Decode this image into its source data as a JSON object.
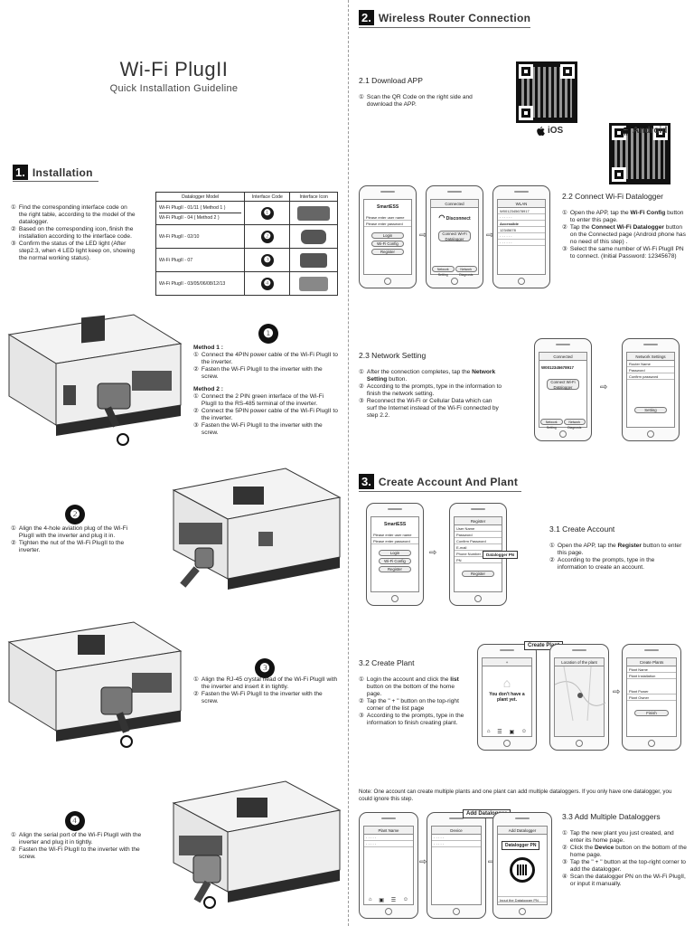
{
  "header": {
    "title": "Wi-Fi PlugII",
    "subtitle": "Quick Installation Guideline"
  },
  "installation": {
    "num": "1.",
    "title": "Installation",
    "steps": [
      {
        "n": "①",
        "text": "Find the corresponding interface code on the right table, according to the model of the datalogger."
      },
      {
        "n": "②",
        "text": "Based on the corresponding icon, finish the installation according to the interface code."
      },
      {
        "n": "③",
        "text": "Confirm the status of the LED light (After step2.3,  when 4 LED light keep on, showing the normal working status)."
      }
    ],
    "table": {
      "headers": [
        "Datalogger Model",
        "Interface Code",
        "Interface Icon"
      ],
      "rows": [
        {
          "model": "Wi-Fi PlugII - 01/11 ( Method 1 )",
          "model2": "Wi-Fi PlugII - 04 ( Method 2 )",
          "code": "❶"
        },
        {
          "model": "Wi-Fi PlugII - 02/10",
          "code": "❷"
        },
        {
          "model": "Wi-Fi PlugII - 07",
          "code": "❸"
        },
        {
          "model": "Wi-Fi PlugII - 03/05/06/08/12/13",
          "code": "❹"
        }
      ]
    },
    "method_block": {
      "badge": "❶",
      "m1_title": "Method 1 :",
      "m1_steps": [
        {
          "n": "①",
          "text": "Connect the 4PIN power cable of the Wi-Fi PlugII to the inverter."
        },
        {
          "n": "②",
          "text": "Fasten the Wi-Fi PlugII to the inverter with the screw."
        }
      ],
      "m2_title": "Method 2 :",
      "m2_steps": [
        {
          "n": "①",
          "text": "Connect the 2 PIN green interface of the Wi-Fi PlugII to the RS-485 terminal of the inverter."
        },
        {
          "n": "②",
          "text": "Connect the 5PIN power cable of the Wi-Fi PlugII to the inverter."
        },
        {
          "n": "③",
          "text": "Fasten the Wi-Fi PlugII to the inverter with the screw."
        }
      ]
    },
    "block2": {
      "badge": "❷",
      "steps": [
        {
          "n": "①",
          "text": "Align the 4-hole aviation plug of the Wi-Fi PlugII with the inverter and plug it in."
        },
        {
          "n": "②",
          "text": "Tighten the nut of the Wi-Fi PlugII to the inverter."
        }
      ]
    },
    "block3": {
      "badge": "❸",
      "steps": [
        {
          "n": "①",
          "text": "Align the RJ-45 crystal head of the Wi-Fi PlugII with the inverter and insert it in tightly."
        },
        {
          "n": "②",
          "text": "Fasten the Wi-Fi PlugII to the inverter with the screw."
        }
      ]
    },
    "block4": {
      "badge": "❹",
      "steps": [
        {
          "n": "①",
          "text": "Align the serial port of the Wi-Fi PlugII with the inverter and plug it in tightly."
        },
        {
          "n": "②",
          "text": "Fasten the Wi-Fi PlugII to the inverter with the screw."
        }
      ]
    }
  },
  "router": {
    "num": "2.",
    "title": "Wireless Router Connection",
    "download": {
      "title": "2.1 Download APP",
      "step": {
        "n": "①",
        "text": "Scan the QR Code on the right side and download the APP."
      }
    },
    "qr_ios": "iOS",
    "qr_android": "Android",
    "connect": {
      "title": "2.2 Connect Wi-Fi Datalogger",
      "steps": [
        {
          "n": "①",
          "pre": "Open the APP, tap the ",
          "bold": "Wi-Fi Config",
          "post": " button to enter this page."
        },
        {
          "n": "②",
          "pre": "Tap the ",
          "bold": "Connect Wi-Fi Datalogger",
          "post": " button on the Connected page (Android phone has no need of this step) ."
        },
        {
          "n": "③",
          "pre": "Select the same number of Wi-Fi PlugII PN to connect. (Initial Password: 12345678)",
          "bold": "",
          "post": ""
        }
      ]
    },
    "network": {
      "title": "2.3 Network Setting",
      "steps": [
        {
          "n": "①",
          "pre": "After the connection completes, tap the ",
          "bold": "Network Setting",
          "post": " button."
        },
        {
          "n": "②",
          "pre": "According to the prompts, type in the information to finish the network setting.",
          "bold": "",
          "post": ""
        },
        {
          "n": "③",
          "pre": "Reconnect the Wi-Fi or Cellular Data which can surf the Internet instead of the Wi-Fi connected by step 2.2.",
          "bold": "",
          "post": ""
        }
      ]
    },
    "phones": {
      "app_name": "SmartESS",
      "login": "Login",
      "wifi_config": "Wi-Fi Config",
      "register": "Register",
      "user_ph": "Please enter user name",
      "pwd_ph": "Please enter password",
      "connected": "Connected",
      "disconnect": "Disconnect",
      "connect_dl": "Connect Wi-Fi Datalogger",
      "net_setting_btn": "Network Setting",
      "net_diag": "Network Diagnosis",
      "wlan": "WLAN",
      "accessible": "Accessible",
      "pn_sample": "12345678",
      "ssid": "W0012345678917",
      "net_settings_title": "Network Settings",
      "router_name": "Router Name",
      "password": "Password",
      "confirm_pwd": "Confirm password",
      "setting": "Setting"
    }
  },
  "account": {
    "num": "3.",
    "title": "Create Account And Plant",
    "create": {
      "title": "3.1 Create Account",
      "steps": [
        {
          "n": "①",
          "pre": "Open the APP, tap the ",
          "bold": "Register",
          "post": " button to enter this page."
        },
        {
          "n": "②",
          "pre": "According to the prompts, type in the information to create an account.",
          "bold": "",
          "post": ""
        }
      ]
    },
    "reg_fields": [
      "User Name",
      "Password",
      "Confirm Password",
      "E-mail",
      "Phone Number",
      "PN"
    ],
    "reg_title": "Register",
    "datalogger_pn": "Datalogger PN",
    "plant": {
      "title": "3.2 Create Plant",
      "steps": [
        {
          "n": "①",
          "pre": "Login the account and click the ",
          "bold": "list",
          "post": " button on the bottom of the home page."
        },
        {
          "n": "②",
          "pre": "Tap the \" + \" button on the top-right corner of the list page",
          "bold": "",
          "post": ""
        },
        {
          "n": "③",
          "pre": "According to the prompts, type in the information to finish creating plant.",
          "bold": "",
          "post": ""
        }
      ]
    },
    "create_plant_callout": "Create Plant",
    "no_plant": "You don't have a plant yet.",
    "location_title": "Location of the plant",
    "create_plants_title": "Create Plants",
    "plant_fields": [
      "Plant Name",
      "Plant Installation",
      "Plant Power",
      "Plant Owner"
    ],
    "finish": "Finish",
    "note": "Note: One account can create multiple plants and one plant can add multiple dataloggers. If you only have one datalogger, you could ignore this step.",
    "multi": {
      "title": "3.3 Add Multiple Dataloggers",
      "steps": [
        {
          "n": "①",
          "pre": "Tap the new plant you just created, and enter its home page.",
          "bold": "",
          "post": ""
        },
        {
          "n": "②",
          "pre": "Click the ",
          "bold": "Device",
          "post": " button on the bottom of the home page."
        },
        {
          "n": "③",
          "pre": "Tap the \" + \" button at the top-right corner to add the datalogger.",
          "bold": "",
          "post": ""
        },
        {
          "n": "④",
          "pre": "Scan the datalogger PN on the Wi-Fi PlugII, or input it manually.",
          "bold": "",
          "post": ""
        }
      ]
    },
    "add_dl_callout": "Add Datalogger",
    "add_dl_title": "Add Datalogger",
    "device_title": "Device",
    "plant_name": "Plant Name",
    "input_pn": "Input the Datalogger PN"
  },
  "colors": {
    "ink": "#111111",
    "inverter_gray": "#d8d8d8",
    "heatsink": "#2b2b2b"
  }
}
